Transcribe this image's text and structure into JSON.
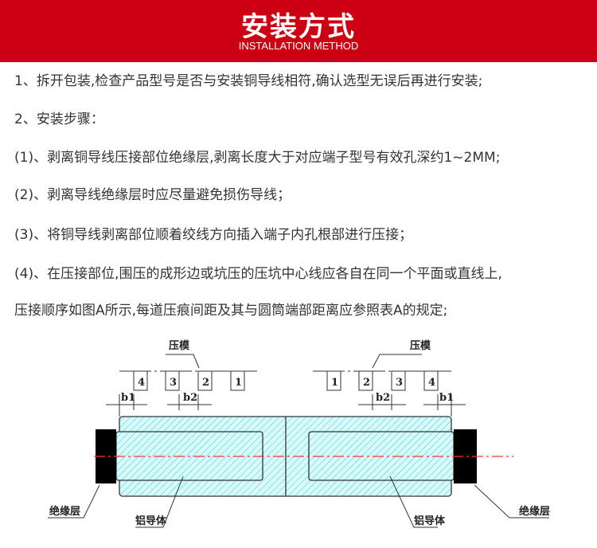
{
  "header": {
    "title": "安装方式",
    "subtitle": "INSTALLATION METHOD"
  },
  "steps": [
    "1、拆开包装,检查产品型号是否与安装铜导线相符,确认选型无误后再进行安装;",
    "2、安装步骤：",
    "(1)、剥离铜导线压接部位绝缘层,剥离长度大于对应端子型号有效孔深约1~2MM;",
    "(2)、剥离导线绝缘层时应尽量避免损伤导线；",
    "(3)、将铜导线剥离部位顺着绞线方向插入端子内孔根部进行压接；",
    "(4)、在压接部位,围压的成形边或坑压的压坑中心线应各自在同一个平面或直线上,",
    "压接顺序如图A所示,每道压痕间距及其与圆筒端部距离应参照表A的规定;"
  ],
  "diagram": {
    "die": "压模",
    "insulation": "绝缘层",
    "conductor": "铝导体",
    "b1": "b1",
    "b2": "b2",
    "left_dies": [
      "4",
      "3",
      "2",
      "1"
    ],
    "right_dies": [
      "1",
      "2",
      "3",
      "4"
    ]
  }
}
